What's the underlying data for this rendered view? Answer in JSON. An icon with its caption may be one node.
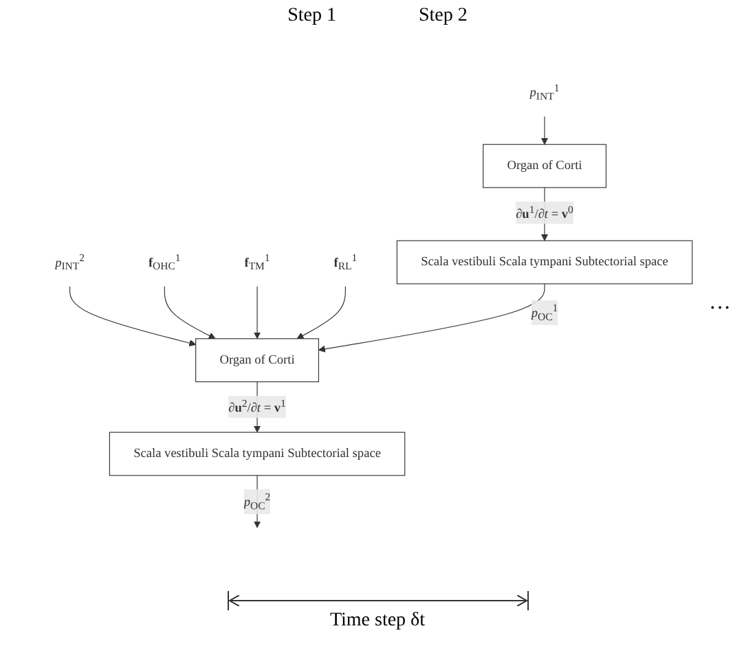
{
  "diagram": {
    "nodes": [
      {
        "text": [
          "*p*$_{INT}$$^{1}$"
        ]
      },
      {
        "text": [
          "*p*$_{INT}$$^{2}$"
        ]
      },
      {
        "text": [
          "**f**$_{OHC}$$^{1}$"
        ]
      },
      {
        "text": [
          "**f**$_{TM}$$^{1}$"
        ]
      },
      {
        "text": [
          "**f**$_{RL}$$^{1}$"
        ]
      },
      {
        "text": [
          "Organ of Corti"
        ]
      },
      {
        "text": [
          "Organ of Corti"
        ]
      },
      {
        "text": [
          "Scala vestibuli Scala tympani Subtectorial space"
        ]
      },
      {
        "text": [
          "Scala vestibuli Scala tympani Subtectorial space"
        ]
      }
    ],
    "edges": [
      {
        "from": 0,
        "to": 5,
        "arrow": "to"
      },
      {
        "from": 1,
        "to": 6,
        "arrow": "to"
      },
      {
        "from": 2,
        "to": 6,
        "arrow": "to"
      },
      {
        "from": 3,
        "to": 6,
        "arrow": "to"
      },
      {
        "from": 4,
        "to": 6,
        "arrow": "to"
      },
      {
        "from": 5,
        "to": 7,
        "arrow": "to",
        "label": "∂**u**$^{1}$/∂*t* = **v**$^{0}$"
      },
      {
        "from": 7,
        "to": 6,
        "arrow": "to",
        "label": "*p*$_{OC}$$^{1}$"
      },
      {
        "from": 6,
        "to": 8,
        "arrow": "to",
        "label": "∂**u**$^{2}$/∂*t* = **v**$^{1}$"
      },
      {
        "from": 8,
        "to": null,
        "arrow": "to",
        "label": "*p*$_{OC}$$^{2}$"
      }
    ],
    "labels": [
      "Step 1",
      "Step 2",
      "···",
      "Time step δt"
    ]
  }
}
